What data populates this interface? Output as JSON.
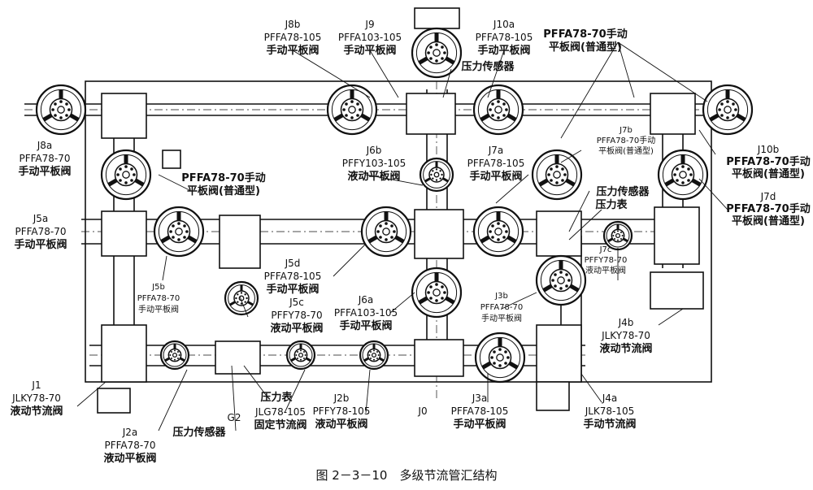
{
  "figure": {
    "caption": "图 2－3－10　多级节流管汇结构"
  },
  "labels": [
    {
      "id": "J8b",
      "lines": [
        "J8b",
        "PFFA78-105",
        "手动平板阀"
      ]
    },
    {
      "id": "J9",
      "lines": [
        "J9",
        "PFFA103-105",
        "手动平板阀"
      ]
    },
    {
      "id": "J10a",
      "lines": [
        "J10a",
        "PFFA78-105",
        "手动平板阀"
      ]
    },
    {
      "id": "PFFA78-70-top",
      "lines": [
        "PFFA78-70手动",
        "平板阀(普通型)"
      ]
    },
    {
      "id": "sensor-top",
      "lines": [
        "压力传感器"
      ]
    },
    {
      "id": "J8a",
      "lines": [
        "J8a",
        "PFFA78-70",
        "手动平板阀"
      ]
    },
    {
      "id": "J10b",
      "lines": [
        "J10b",
        "PFFA78-70手动",
        "平板阀(普通型)"
      ]
    },
    {
      "id": "J7b",
      "lines": [
        "J7b",
        "PFFA78-70手动",
        "平板阀(普通型)"
      ]
    },
    {
      "id": "J6b",
      "lines": [
        "J6b",
        "PFFY103-105",
        "液动平板阀"
      ]
    },
    {
      "id": "J7a",
      "lines": [
        "J7a",
        "PFFA78-105",
        "手动平板阀"
      ]
    },
    {
      "id": "PFFA78-70-left",
      "lines": [
        "PFFA78-70手动",
        "平板阀(普通型)"
      ]
    },
    {
      "id": "sensor-mid",
      "lines": [
        "压力传感器"
      ]
    },
    {
      "id": "gauge-mid",
      "lines": [
        "压力表"
      ]
    },
    {
      "id": "J7d",
      "lines": [
        "J7d",
        "PFFA78-70手动",
        "平板阀(普通型)"
      ]
    },
    {
      "id": "J5a",
      "lines": [
        "J5a",
        "PFFA78-70",
        "手动平板阀"
      ]
    },
    {
      "id": "J5d",
      "lines": [
        "J5d",
        "PFFA78-105",
        "手动平板阀"
      ]
    },
    {
      "id": "J7c",
      "lines": [
        "J7c",
        "PFFY78-70",
        "液动平板阀"
      ]
    },
    {
      "id": "J5b",
      "lines": [
        "J5b",
        "PFFA78-70",
        "手动平板阀"
      ]
    },
    {
      "id": "J5c",
      "lines": [
        "J5c",
        "PFFY78-70",
        "液动平板阀"
      ]
    },
    {
      "id": "J6a",
      "lines": [
        "J6a",
        "PFFA103-105",
        "手动平板阀"
      ]
    },
    {
      "id": "J3b",
      "lines": [
        "J3b",
        "PFFA78-70",
        "手动平板阀"
      ]
    },
    {
      "id": "J4b",
      "lines": [
        "J4b",
        "JLKY78-70",
        "液动节流阀"
      ]
    },
    {
      "id": "J1",
      "lines": [
        "J1",
        "JLKY78-70",
        "液动节流阀"
      ]
    },
    {
      "id": "gauge-bottom",
      "lines": [
        "压力表"
      ]
    },
    {
      "id": "G2",
      "lines": [
        "G2"
      ]
    },
    {
      "id": "J2a",
      "lines": [
        "J2a",
        "PFFA78-70",
        "液动平板阀"
      ]
    },
    {
      "id": "sensor-bottom",
      "lines": [
        "压力传感器"
      ]
    },
    {
      "id": "G2-valve",
      "lines": [
        "JLG78-105",
        "固定节流阀"
      ]
    },
    {
      "id": "J2b",
      "lines": [
        "J2b",
        "PFFY78-105",
        "液动平板阀"
      ]
    },
    {
      "id": "J0",
      "lines": [
        "J0"
      ]
    },
    {
      "id": "J3a",
      "lines": [
        "J3a",
        "PFFA78-105",
        "手动平板阀"
      ]
    },
    {
      "id": "J4a",
      "lines": [
        "J4a",
        "JLK78-105",
        "手动节流阀"
      ]
    }
  ]
}
